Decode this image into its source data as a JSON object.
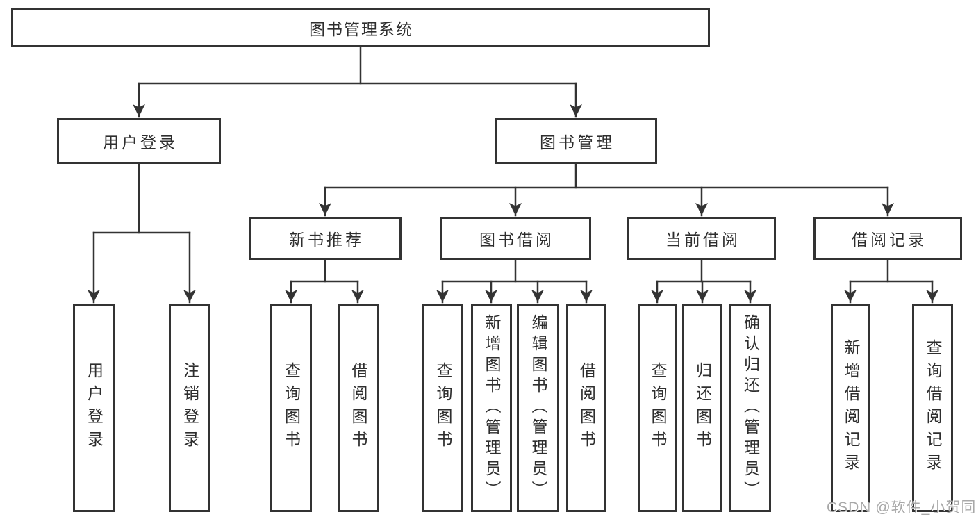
{
  "diagram": {
    "root": {
      "label": "图书管理系统"
    },
    "level2": [
      {
        "label": "用户登录"
      },
      {
        "label": "图书管理"
      }
    ],
    "level3": [
      {
        "label": "新书推荐"
      },
      {
        "label": "图书借阅"
      },
      {
        "label": "当前借阅"
      },
      {
        "label": "借阅记录"
      }
    ],
    "leaves": [
      {
        "label": "用户登录"
      },
      {
        "label": "注销登录"
      },
      {
        "label": "查询图书"
      },
      {
        "label": "借阅图书"
      },
      {
        "label": "查询图书"
      },
      {
        "label": "新增图书（管理员）"
      },
      {
        "label": "编辑图书（管理员）"
      },
      {
        "label": "借阅图书"
      },
      {
        "label": "查询图书"
      },
      {
        "label": "归还图书"
      },
      {
        "label": "确认归还（管理员）"
      },
      {
        "label": "新增借阅记录"
      },
      {
        "label": "查询借阅记录"
      }
    ],
    "watermark": "CSDN @软件_小贺同学",
    "colors": {
      "line": "#333333",
      "text": "#2e2e2e",
      "background": "#ffffff",
      "watermark": "#9e9e9e"
    }
  }
}
